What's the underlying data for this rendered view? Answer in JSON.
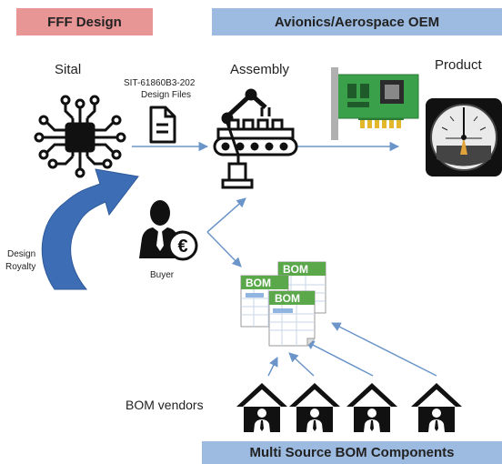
{
  "banners": {
    "fff_design": "FFF Design",
    "oem": "Avionics/Aerospace OEM",
    "bom_components": "Multi Source BOM Components"
  },
  "nodes": {
    "sital": "Sital",
    "assembly": "Assembly",
    "product": "Product",
    "buyer": "Buyer",
    "bom_vendors": "BOM vendors",
    "part_number": "SIT-61860B3-202",
    "design_files": "Design Files",
    "design_royalty_line1": "Design",
    "design_royalty_line2": "Royalty",
    "bom_label_1": "BOM",
    "bom_label_2": "BOM",
    "bom_label_3": "BOM",
    "euro_symbol": "€"
  },
  "colors": {
    "pink_banner": "#e79595",
    "blue_banner": "#9dbbe0",
    "arrow_blue": "#6b95c9",
    "big_arrow": "#3d6db5",
    "icon_dark": "#111111",
    "bom_green": "#5aa84a",
    "pcb_green": "#3aa04a"
  }
}
